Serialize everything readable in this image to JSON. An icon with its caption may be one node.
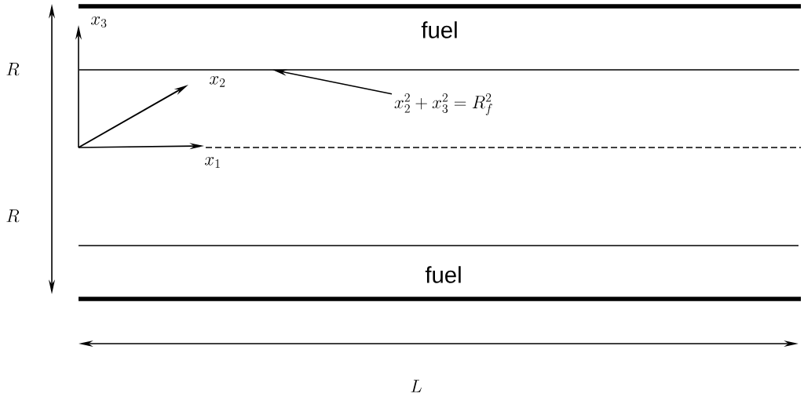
{
  "diagram": {
    "nodes": [
      {
        "text": [
          "x_2^2 + x_3^2 = R_f^2"
        ]
      },
      {
        "text": [],
        "shape": "bar"
      }
    ],
    "edges": [
      {
        "from": 0,
        "to": 1,
        "arrow": "to"
      }
    ],
    "labels": [
      "fuel",
      "x_3",
      "R",
      "x_2",
      "x_1",
      "R",
      "fuel",
      "L"
    ]
  }
}
